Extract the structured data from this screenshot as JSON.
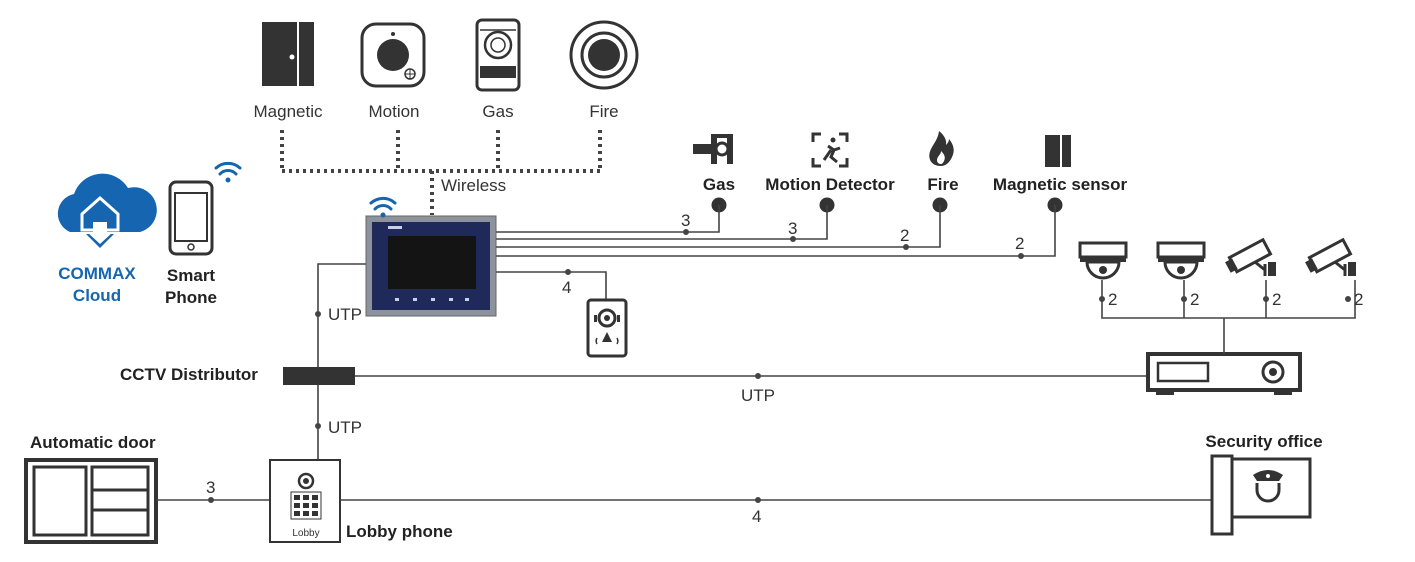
{
  "wireless_sensors": {
    "magnetic": "Magnetic",
    "motion": "Motion",
    "gas": "Gas",
    "fire": "Fire",
    "link_label": "Wireless"
  },
  "wired_sensors": {
    "gas": "Gas",
    "motion": "Motion Detector",
    "fire": "Fire",
    "magnetic": "Magnetic sensor"
  },
  "cloud": {
    "line1": "COMMAX",
    "line2": "Cloud"
  },
  "phone": {
    "line1": "Smart",
    "line2": "Phone"
  },
  "labels": {
    "cctv_distributor": "CCTV Distributor",
    "automatic_door": "Automatic door",
    "lobby_phone": "Lobby phone",
    "lobby_text": "Lobby",
    "security_office": "Security office"
  },
  "wires": {
    "gas": "3",
    "motion": "3",
    "fire": "2",
    "magnetic": "2",
    "door_camera": "4",
    "utp_monitor": "UTP",
    "utp_lobby": "UTP",
    "utp_nvr": "UTP",
    "door": "3",
    "security": "4",
    "cam1": "2",
    "cam2": "2",
    "cam3": "2",
    "cam4": "2"
  },
  "colors": {
    "accent": "#1565b0",
    "icon": "#333333"
  },
  "icons": [
    "magnetic-sensor-icon",
    "motion-sensor-icon",
    "gas-sensor-icon",
    "fire-sensor-icon",
    "wifi-icon",
    "cloud-icon",
    "smartphone-icon",
    "video-monitor-icon",
    "door-camera-icon",
    "dome-camera-icon",
    "bullet-camera-icon",
    "nvr-icon",
    "lobby-phone-icon",
    "automatic-door-icon",
    "security-office-icon"
  ]
}
